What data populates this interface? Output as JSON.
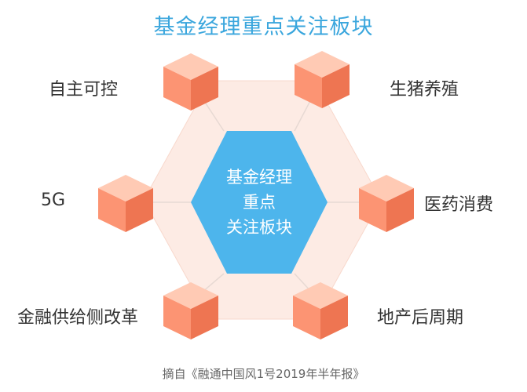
{
  "title": "基金经理重点关注板块",
  "center": {
    "line1": "基金经理",
    "line2": "重点",
    "line3": "关注板块"
  },
  "sectors": {
    "top_left": "自主可控",
    "top_right": "生猪养殖",
    "middle_left": "5G",
    "middle_right": "医药消费",
    "bottom_left": "金融供给侧改革",
    "bottom_right": "地产后周期"
  },
  "source": "摘自《融通中国风1号2019年半年报》",
  "colors": {
    "title": "#3aa6dd",
    "center_hexagon": "#4db5ec",
    "outer_hexagon": "#fdebe4",
    "cube_top": "#ffcab4",
    "cube_left": "#fc9473",
    "cube_right": "#ee7552",
    "connector": "#e7d9d3"
  }
}
